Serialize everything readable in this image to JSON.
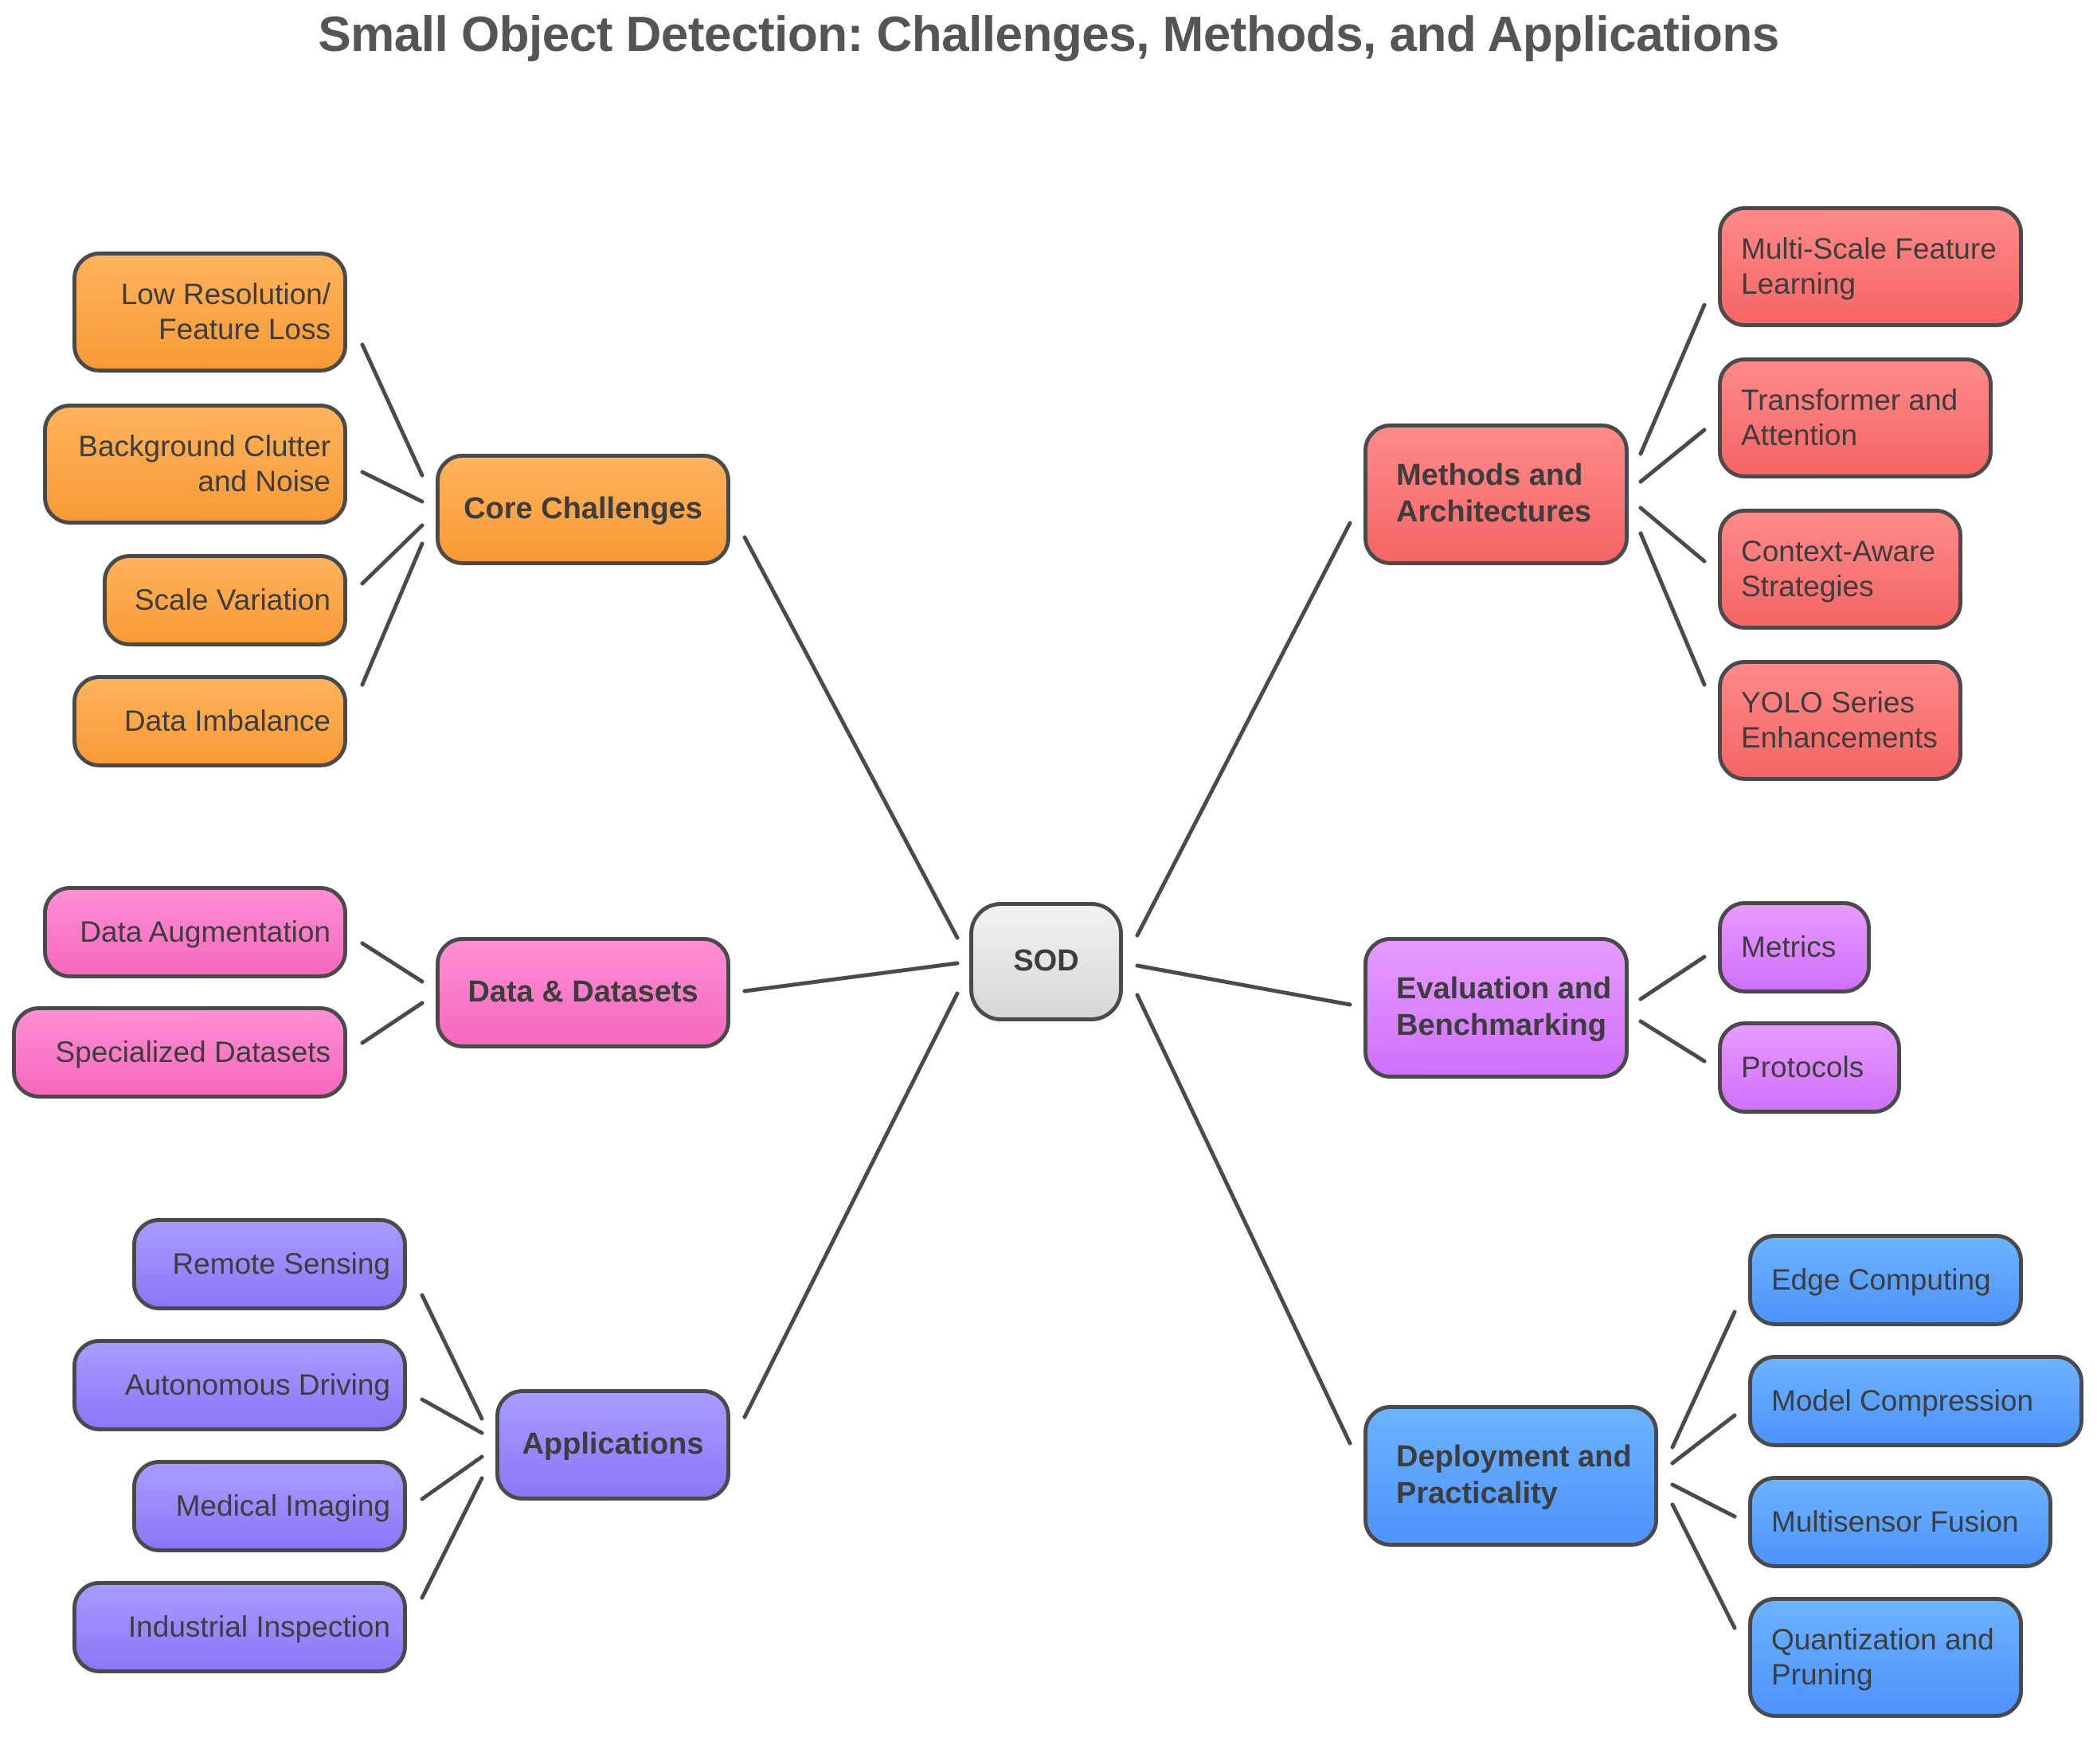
{
  "title": "Small Object Detection: Challenges, Methods, and Applications",
  "center": "SOD",
  "colors": {
    "edge": "#4a4a4a",
    "core_challenges": "#f79a36",
    "methods": "#f56565",
    "data": "#f568bd",
    "evaluation": "#d070fb",
    "applications": "#8b77f7",
    "deployment": "#4d93fb"
  },
  "branches": {
    "core_challenges": {
      "label": "Core Challenges",
      "items": [
        "Low Resolution/\nFeature Loss",
        "Background Clutter\nand Noise",
        "Scale Variation",
        "Data Imbalance"
      ]
    },
    "methods": {
      "label": "Methods and\nArchitectures",
      "items": [
        "Multi-Scale Feature\nLearning",
        "Transformer and\nAttention",
        "Context-Aware\nStrategies",
        "YOLO Series\nEnhancements"
      ]
    },
    "data": {
      "label": "Data & Datasets",
      "items": [
        "Data Augmentation",
        "Specialized Datasets"
      ]
    },
    "evaluation": {
      "label": "Evaluation and\nBenchmarking",
      "items": [
        "Metrics",
        "Protocols"
      ]
    },
    "applications": {
      "label": "Applications",
      "items": [
        "Remote Sensing",
        "Autonomous Driving",
        "Medical Imaging",
        "Industrial Inspection"
      ]
    },
    "deployment": {
      "label": "Deployment and\nPracticality",
      "items": [
        "Edge Computing",
        "Model Compression",
        "Multisensor Fusion",
        "Quantization and\nPruning"
      ]
    }
  }
}
